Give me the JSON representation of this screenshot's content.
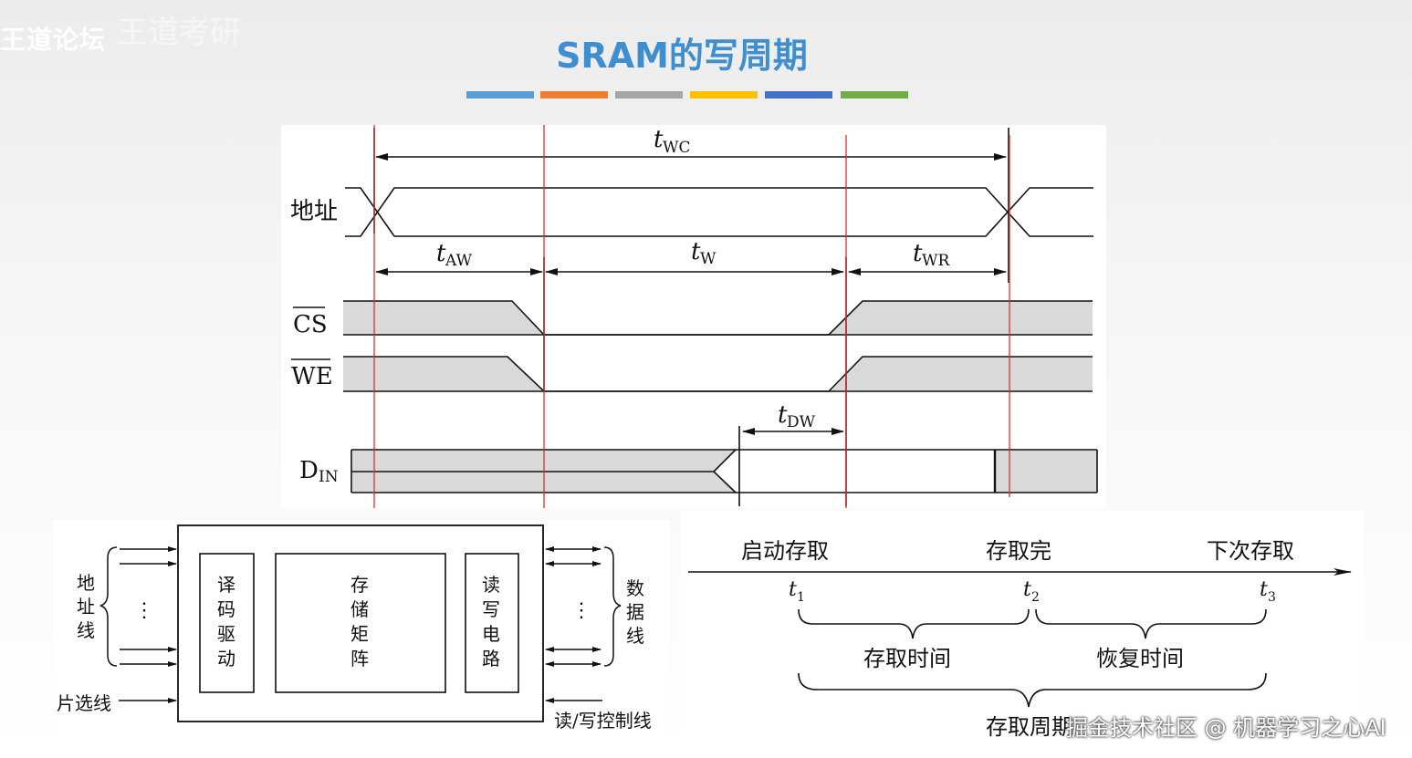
{
  "watermark_top_left": "王道论坛",
  "watermark_top_left_logo": "王道考研",
  "title": "SRAM的写周期",
  "title_bar_colors": [
    "#5b9bd5",
    "#ed7d31",
    "#a5a5a5",
    "#ffc000",
    "#4472c4",
    "#70ad47"
  ],
  "timing": {
    "t_wc": {
      "t": "t",
      "sub": "WC"
    },
    "t_aw": {
      "t": "t",
      "sub": "AW"
    },
    "t_w": {
      "t": "t",
      "sub": "W"
    },
    "t_wr": {
      "t": "t",
      "sub": "WR"
    },
    "t_dw": {
      "t": "t",
      "sub": "DW"
    },
    "signal_addr": "地址",
    "signal_cs": "CS",
    "signal_we": "WE",
    "signal_din": {
      "main": "D",
      "sub": "IN"
    }
  },
  "block": {
    "addr_line": [
      "地",
      "址",
      "线"
    ],
    "chip_select_line": "片选线",
    "decoder": [
      "译",
      "码",
      "驱",
      "动"
    ],
    "matrix": [
      "存",
      "储",
      "矩",
      "阵"
    ],
    "rw_circuit": [
      "读",
      "写",
      "电",
      "路"
    ],
    "data_line": [
      "数",
      "据",
      "线"
    ],
    "rw_control_line": "读/写控制线",
    "ellipsis": "⋮"
  },
  "cycle": {
    "start_label": "启动存取",
    "done_label": "存取完",
    "next_label": "下次存取",
    "t1": {
      "t": "t",
      "sub": "1"
    },
    "t2": {
      "t": "t",
      "sub": "2"
    },
    "t3": {
      "t": "t",
      "sub": "3"
    },
    "access_time": "存取时间",
    "recovery_time": "恢复时间",
    "cycle_label": "存取周期"
  },
  "watermark_bottom_right": "掘金技术社区 @ 机器学习之心AI"
}
